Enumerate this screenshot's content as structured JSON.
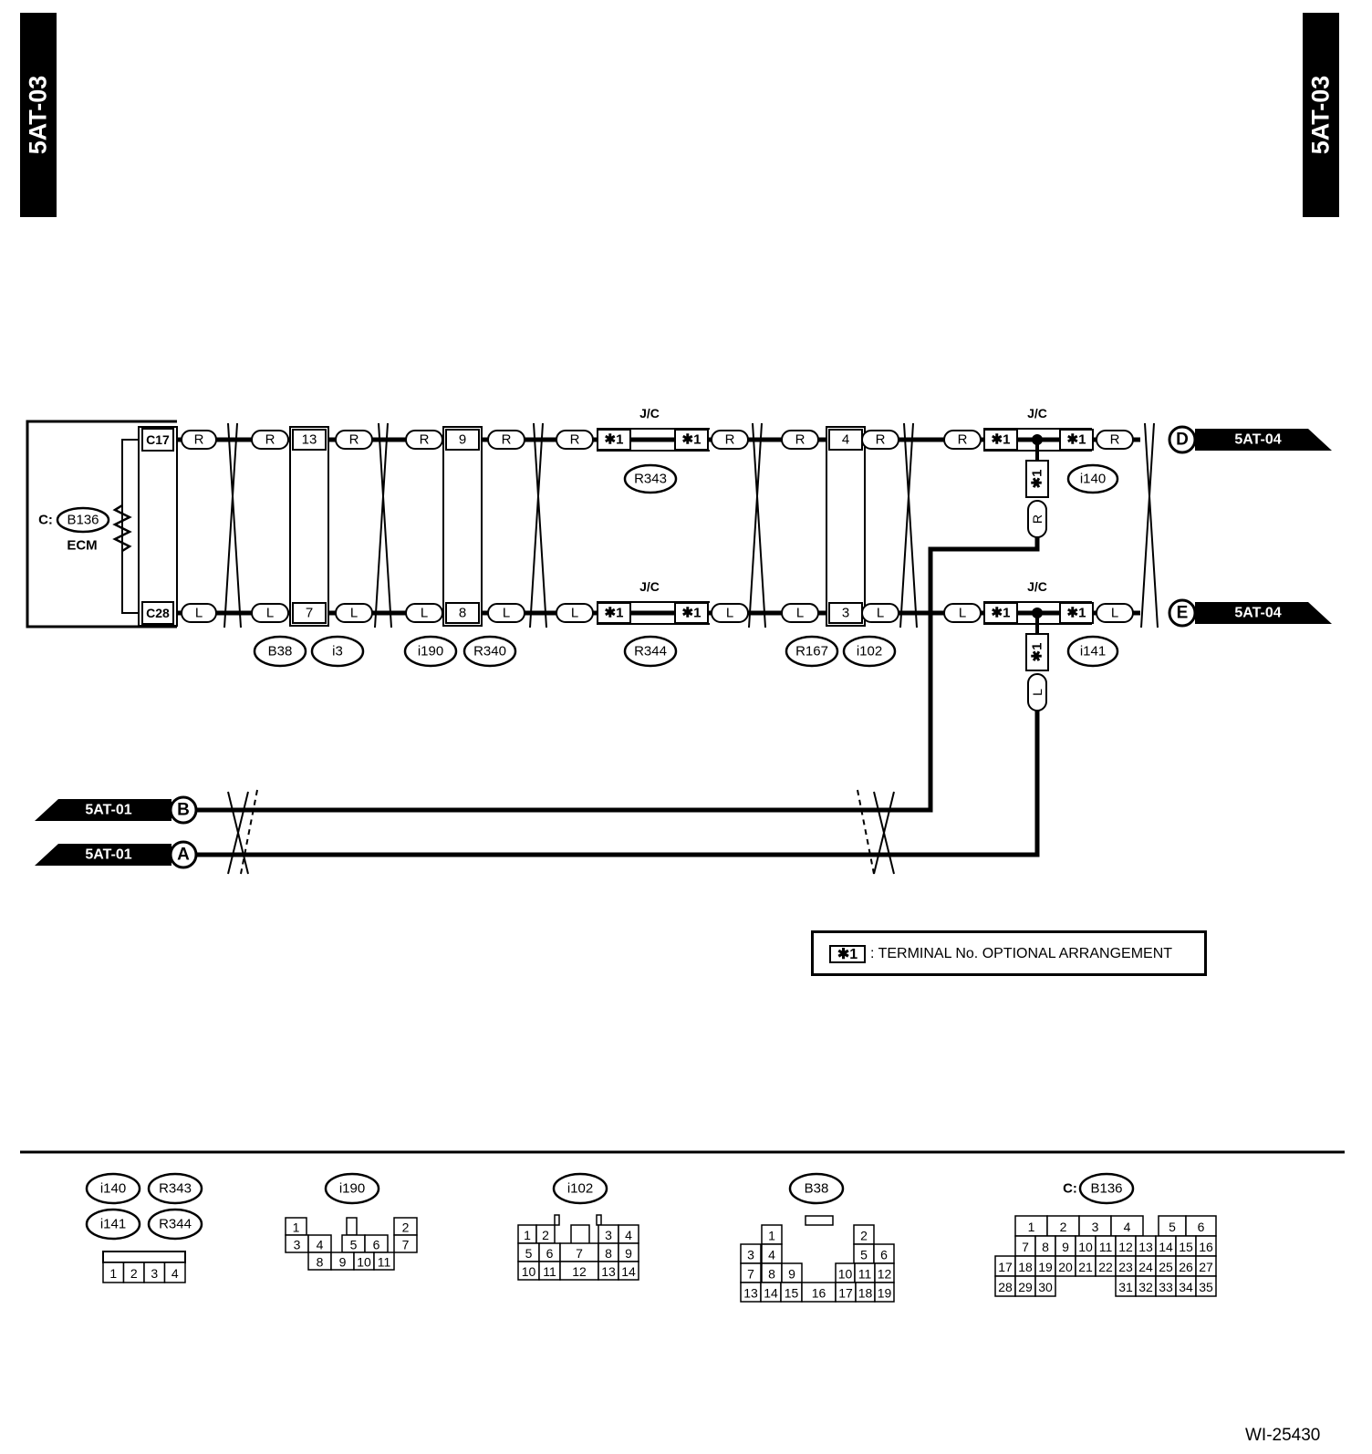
{
  "page": {
    "tab_label": "5AT-03",
    "reference_code": "WI-25430"
  },
  "legend": {
    "mark": "✱1",
    "text": ": TERMINAL No. OPTIONAL ARRANGEMENT"
  },
  "ecm": {
    "prefix": "C:",
    "connector": "B136",
    "name": "ECM",
    "pin_upper": "C17",
    "pin_lower": "C28"
  },
  "wire_colors": {
    "red": "R",
    "blue": "L"
  },
  "jc_label": "J/C",
  "opt_mark": "✱1",
  "connectors": {
    "b38_i3": {
      "upper_pin": "13",
      "lower_pin": "7",
      "names": [
        "B38",
        "i3"
      ]
    },
    "i190_r340": {
      "upper_pin": "9",
      "lower_pin": "8",
      "names": [
        "i190",
        "R340"
      ]
    },
    "r343": "R343",
    "r344": "R344",
    "r167_i102": {
      "upper_pin": "4",
      "lower_pin": "3",
      "names": [
        "R167",
        "i102"
      ]
    },
    "i140": "i140",
    "i141": "i141"
  },
  "offpage": {
    "d": {
      "letter": "D",
      "ref": "5AT-04"
    },
    "e": {
      "letter": "E",
      "ref": "5AT-04"
    },
    "b": {
      "letter": "B",
      "ref": "5AT-01"
    },
    "a": {
      "letter": "A",
      "ref": "5AT-01"
    }
  },
  "connector_views": {
    "jc_group": {
      "names": [
        "i140",
        "R343",
        "i141",
        "R344"
      ],
      "pins": [
        "1",
        "2",
        "3",
        "4"
      ]
    },
    "i190": {
      "name": "i190",
      "pins": [
        "1",
        "2",
        "3",
        "4",
        "5",
        "6",
        "7",
        "8",
        "9",
        "10",
        "11"
      ]
    },
    "i102": {
      "name": "i102",
      "pins": [
        "1",
        "2",
        "3",
        "4",
        "5",
        "6",
        "7",
        "8",
        "9",
        "10",
        "11",
        "12",
        "13",
        "14"
      ]
    },
    "b38": {
      "name": "B38",
      "pins": [
        "1",
        "2",
        "3",
        "4",
        "5",
        "6",
        "7",
        "8",
        "9",
        "10",
        "11",
        "12",
        "13",
        "14",
        "15",
        "16",
        "17",
        "18",
        "19"
      ]
    },
    "b136": {
      "prefix": "C:",
      "name": "B136",
      "pins": [
        "1",
        "2",
        "3",
        "4",
        "5",
        "6",
        "7",
        "8",
        "9",
        "10",
        "11",
        "12",
        "13",
        "14",
        "15",
        "16",
        "17",
        "18",
        "19",
        "20",
        "21",
        "22",
        "23",
        "24",
        "25",
        "26",
        "27",
        "28",
        "29",
        "30",
        "31",
        "32",
        "33",
        "34",
        "35"
      ]
    }
  }
}
